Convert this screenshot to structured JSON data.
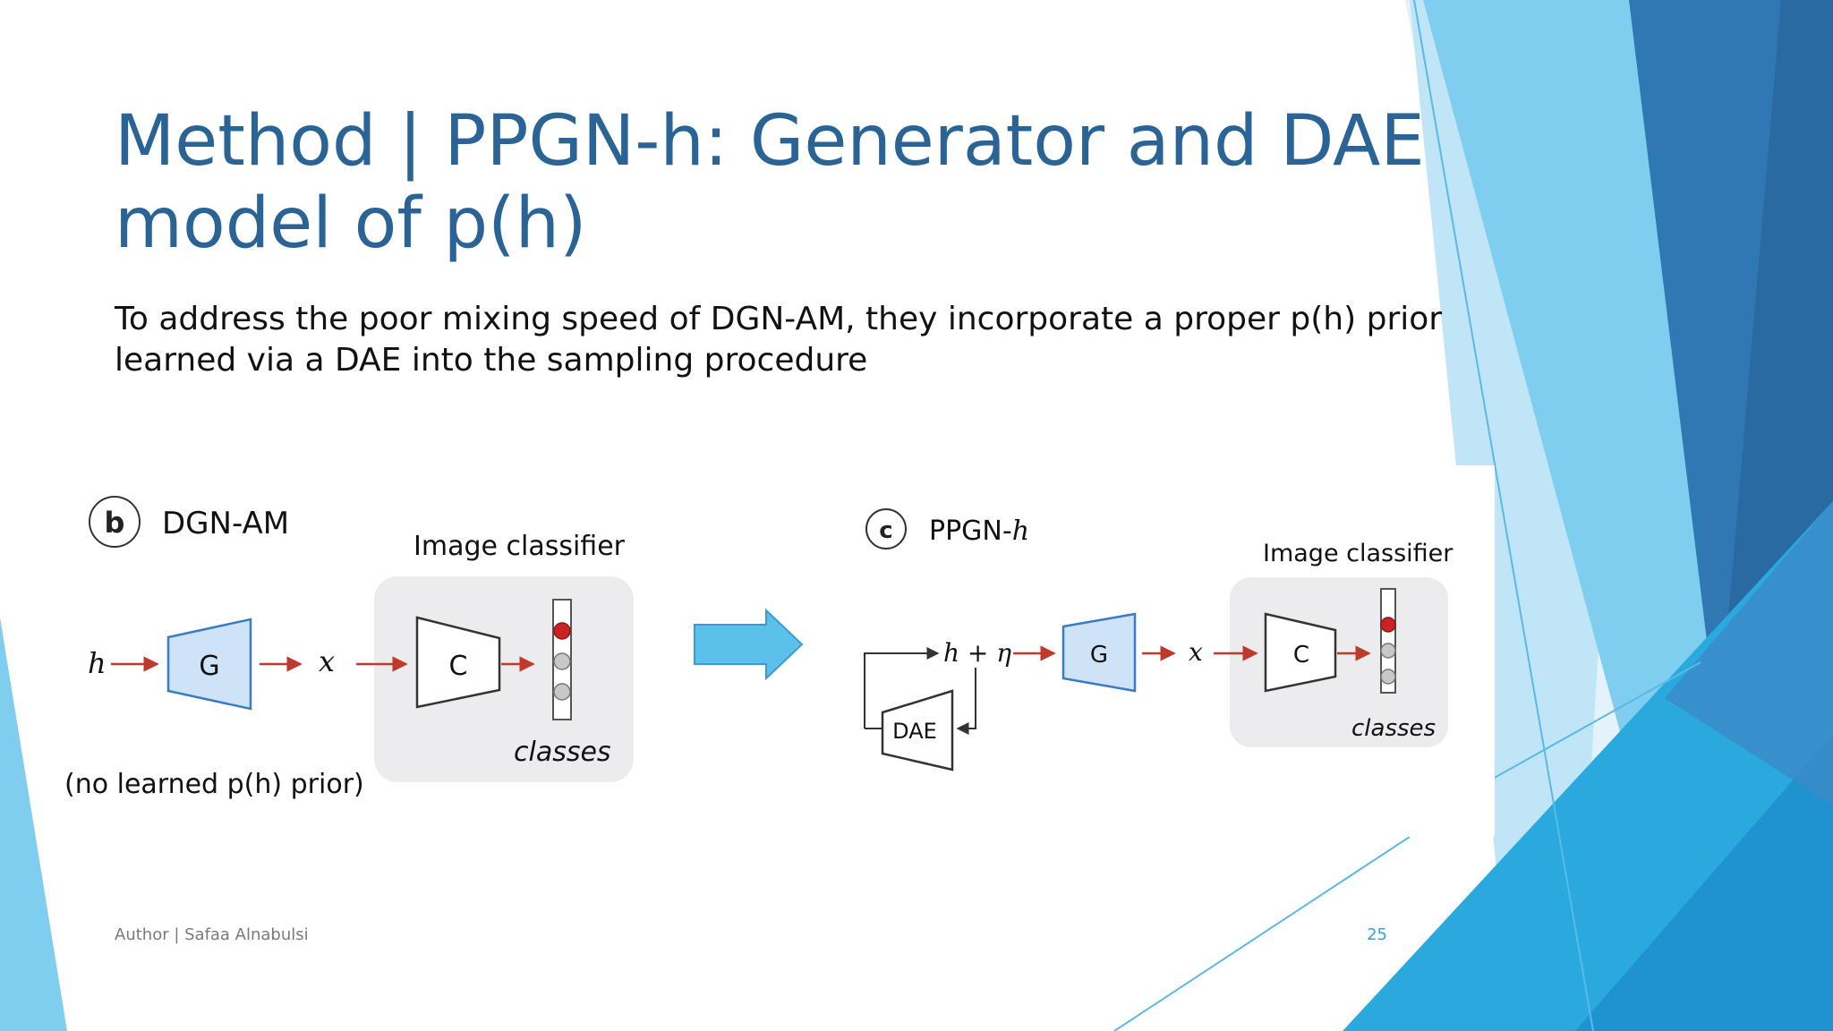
{
  "slide": {
    "title_line1": "Method | PPGN-h: Generator and DAE",
    "title_line2": "model of p(h)",
    "body_line1": "To address the poor mixing speed of DGN-AM, they incorporate a proper p(h) prior",
    "body_line2": "learned via a DAE into the sampling procedure",
    "footer_author": "Author | Safaa Alnabulsi",
    "page_number": "25"
  },
  "diagram": {
    "left": {
      "badge": "b",
      "title": "DGN-AM",
      "classifier_label": "Image classifier",
      "input_var": "h",
      "generator": "G",
      "output_var": "x",
      "classifier": "C",
      "classes_label": "classes",
      "caption": "(no learned p(h) prior)"
    },
    "right": {
      "badge": "c",
      "title_prefix": "PPGN-",
      "title_suffix": "h",
      "classifier_label": "Image classifier",
      "noisy_input": "h + η",
      "generator": "G",
      "output_var": "x",
      "classifier": "C",
      "dae": "DAE",
      "classes_label": "classes"
    }
  },
  "colors": {
    "title": "#2a6496",
    "accent_blue": "#3aa0d8",
    "generator_fill": "#cfe3f7",
    "generator_stroke": "#3a7cc4",
    "arrow_red": "#c0392b",
    "class_active": "#cc2222",
    "class_inactive": "#c8c8c8",
    "panel_gray": "#ececef",
    "big_arrow": "#5bc0ea"
  }
}
